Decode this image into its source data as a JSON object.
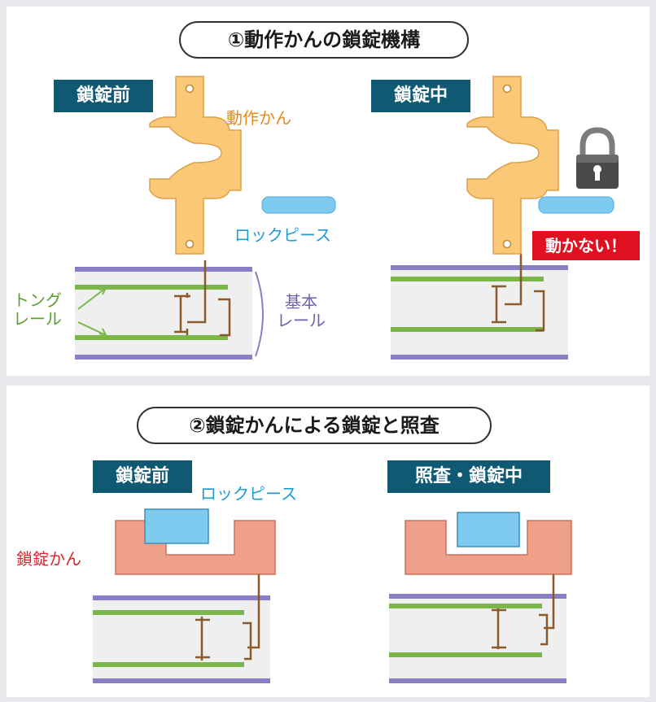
{
  "section1": {
    "title": "①動作かんの鎖錠機構",
    "before_tag": "鎖錠前",
    "during_tag": "鎖錠中",
    "operating_rod_label": "動作かん",
    "lock_piece_label": "ロックピース",
    "tongue_rail_label": "トング\nレール",
    "stock_rail_label": "基本\nレール",
    "cannot_move_label": "動かない！"
  },
  "section2": {
    "title": "②鎖錠かんによる鎖錠と照査",
    "before_tag": "鎖錠前",
    "during_tag": "照査・鎖錠中",
    "lock_piece_label": "ロックピース",
    "lock_rod_label": "鎖錠かん"
  },
  "colors": {
    "tag_bg": "#0f5a72",
    "rod_fill": "#f9c978",
    "rod_stroke": "#dda04a",
    "operating_rod_text": "#e58a1d",
    "lock_piece_fill": "#7fcbef",
    "lock_piece_text": "#1e9bd7",
    "lock_rod_fill": "#eea08a",
    "lock_rod_text": "#d8262a",
    "tongue_rail": "#7ab648",
    "stock_rail": "#8a7fc4",
    "linkage": "#8b5a2b",
    "warning_bg": "#e01020"
  },
  "icons": [
    "padlock-icon"
  ]
}
